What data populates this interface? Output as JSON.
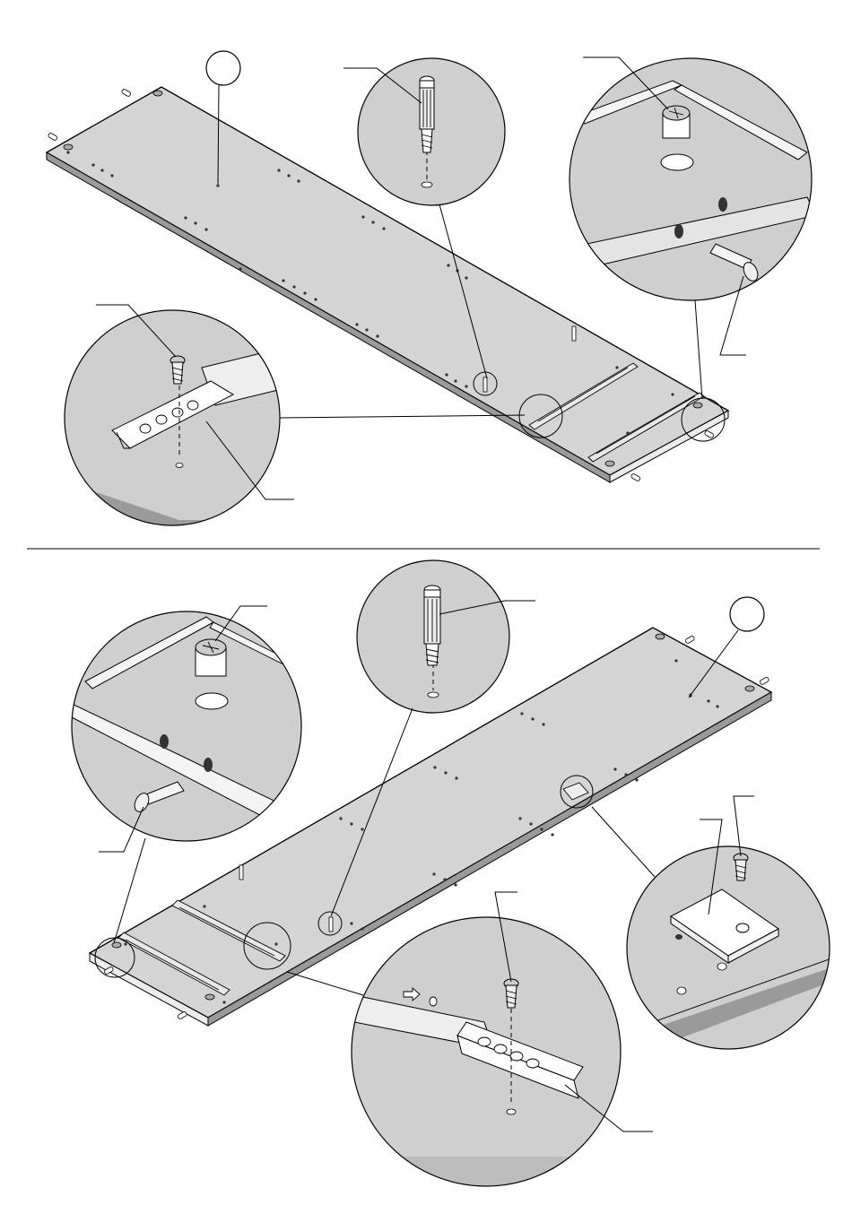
{
  "figure": {
    "top_assembly": {
      "part_callout_label": "",
      "detail_views": [
        "cam-bolt-detail",
        "cam-lock-and-dowel-detail",
        "drawer-slide-screw-detail"
      ]
    },
    "bottom_assembly": {
      "part_callout_label": "",
      "detail_views": [
        "cam-lock-and-dowel-detail",
        "cam-bolt-detail",
        "glide-foot-screw-detail",
        "drawer-slide-screw-detail"
      ]
    }
  }
}
